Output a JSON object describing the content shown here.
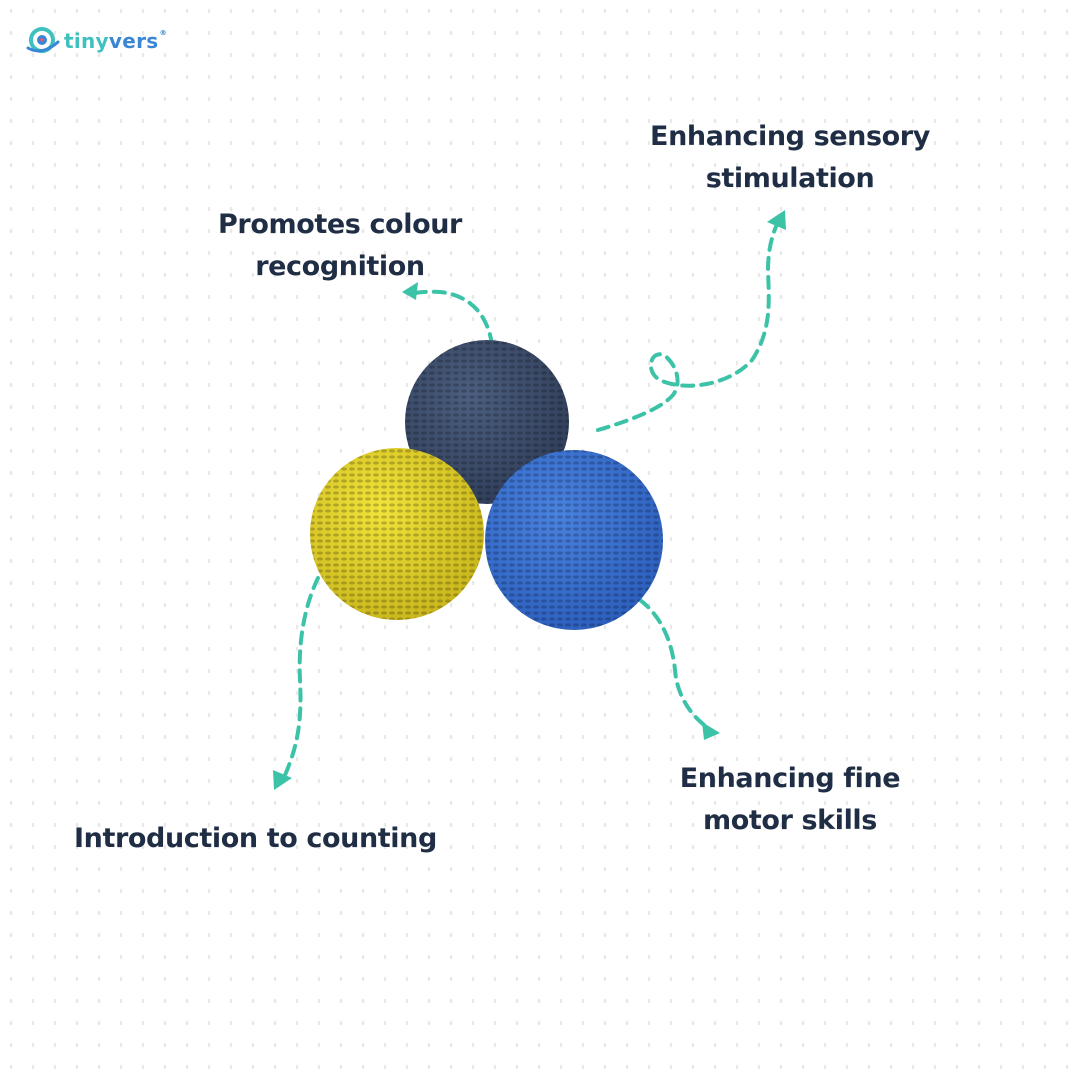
{
  "brand": {
    "logo_part1": "tiny",
    "logo_part2": "vers",
    "registered": "®",
    "colors": {
      "teal": "#3fc1c0",
      "blue": "#3a86d6"
    }
  },
  "product": {
    "name": "Crochet balls",
    "balls": [
      {
        "color_name": "navy",
        "color": "#3b4c6b"
      },
      {
        "color_name": "yellow",
        "color": "#e3d52a"
      },
      {
        "color_name": "blue",
        "color": "#3a6fd0"
      }
    ]
  },
  "benefits": {
    "sensory": {
      "line1": "Enhancing sensory",
      "line2": "stimulation"
    },
    "colour": {
      "line1": "Promotes colour",
      "line2": "recognition"
    },
    "counting": {
      "line1": "Introduction to counting"
    },
    "motor": {
      "line1": "Enhancing fine",
      "line2": "motor skills"
    }
  },
  "theme": {
    "text_color": "#1f2d45",
    "arrow_color": "#3cc3a7",
    "background": "#ffffff"
  }
}
